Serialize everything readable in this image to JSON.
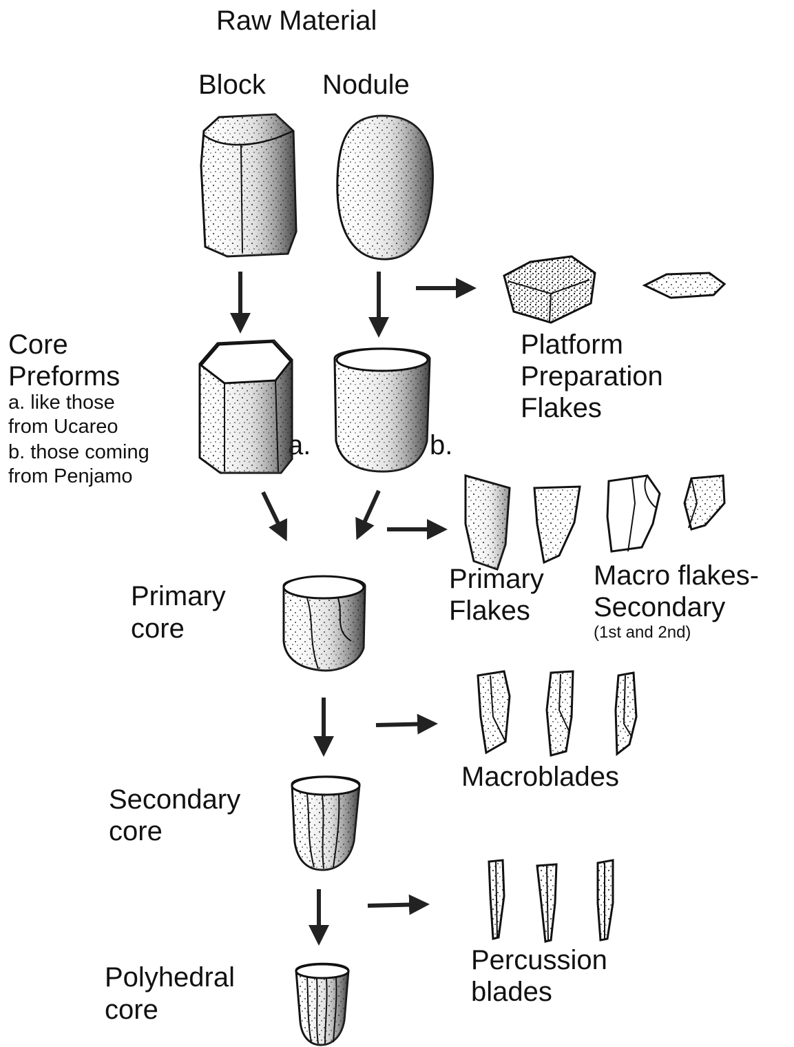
{
  "title": "Raw Material",
  "raw": {
    "block": "Block",
    "nodule": "Nodule"
  },
  "preforms": {
    "title_line1": "Core",
    "title_line2": "Preforms",
    "note_a1": "a. like those",
    "note_a2": "from Ucareo",
    "note_b1": "b. those coming",
    "note_b2": "from Penjamo",
    "marker_a": "a.",
    "marker_b": "b."
  },
  "platform": {
    "line1": "Platform",
    "line2": "Preparation",
    "line3": "Flakes"
  },
  "primary_core": {
    "line1": "Primary",
    "line2": "core"
  },
  "primary_flakes": {
    "line1": "Primary",
    "line2": "Flakes"
  },
  "macro_flakes": {
    "line1": "Macro flakes-",
    "line2": "Secondary",
    "line3": "(1st and 2nd)"
  },
  "macroblades": "Macroblades",
  "secondary_core": {
    "line1": "Secondary",
    "line2": "core"
  },
  "percussion": {
    "line1": "Percussion",
    "line2": "blades"
  },
  "polyhedral_core": {
    "line1": "Polyhedral",
    "line2": "core"
  }
}
